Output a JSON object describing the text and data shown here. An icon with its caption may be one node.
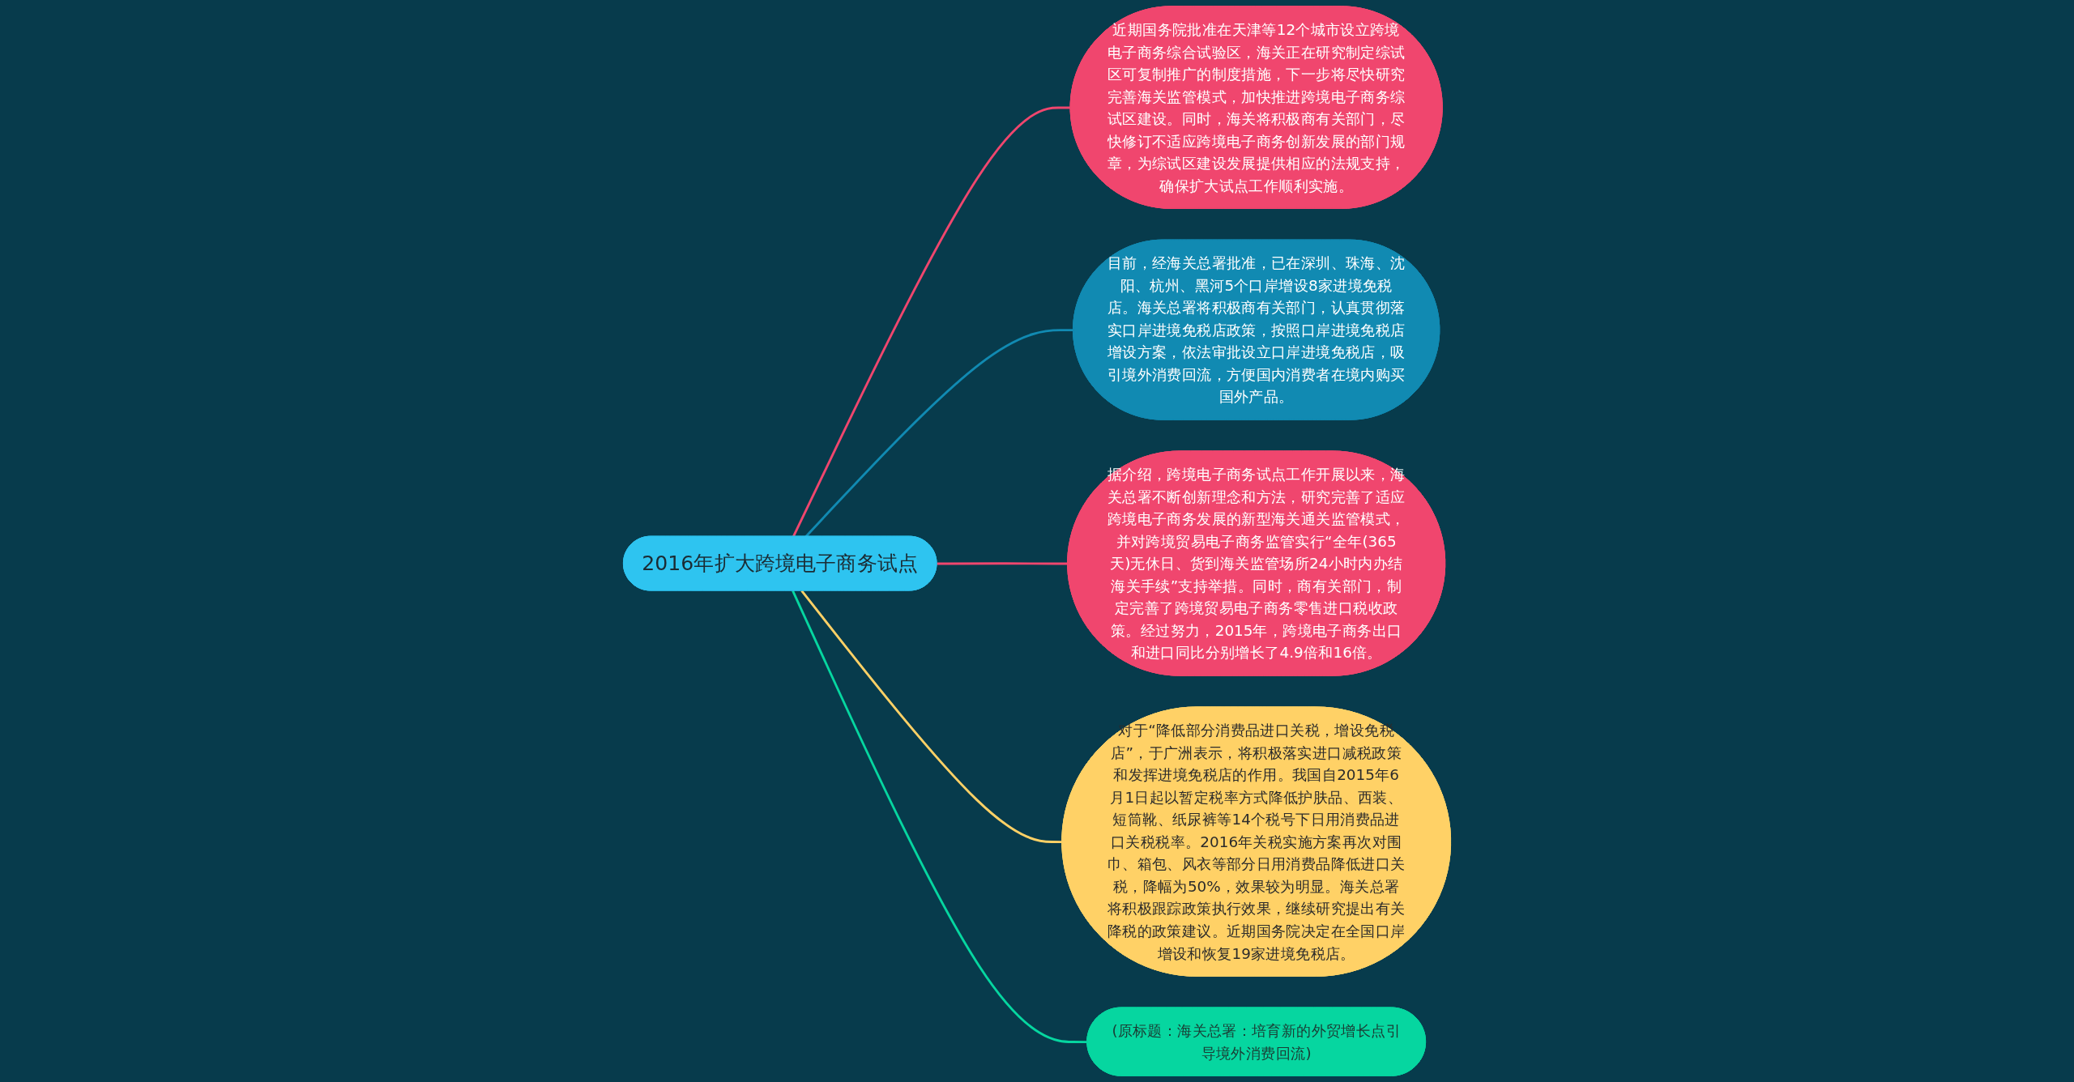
{
  "diagram": {
    "nodes": [
      {
        "text": [
          "2016年扩大跨境电子商务试点"
        ]
      },
      {
        "text": [
          "近期国务院批准在天津等12个城市设立跨境电子商务综合试验区，海关正在研究制定综试区可复制推广的制度措施，下一步将尽快研究完善海关监管模式，加快推进跨境电子商务综试区建设。同时，海关将积极商有关部门，尽快修订不适应跨境电子商务创新发展的部门规章，为综试区建设发展提供相应的法规支持，确保扩大试点工作顺利实施。"
        ]
      },
      {
        "text": [
          "目前，经海关总署批准，已在深圳、珠海、沈阳、杭州、黑河5个口岸增设8家进境免税店。海关总署将积极商有关部门，认真贯彻落实口岸进境免税店政策，按照口岸进境免税店增设方案，依法审批设立口岸进境免税店，吸引境外消费回流，方便国内消费者在境内购买国外产品。"
        ]
      },
      {
        "text": [
          "据介绍，跨境电子商务试点工作开展以来，海关总署不断创新理念和方法，研究完善了适应跨境电子商务发展的新型海关通关监管模式，并对跨境贸易电子商务监管实行“全年(365天)无休日、货到海关监管场所24小时内办结海关手续”支持举措。同时，商有关部门，制定完善了跨境贸易电子商务零售进口税收政策。经过努力，2015年，跨境电子商务出口和进口同比分别增长了4.9倍和16倍。"
        ]
      },
      {
        "text": [
          "对于“降低部分消费品进口关税，增设免税店”，于广洲表示，将积极落实进口减税政策和发挥进境免税店的作用。我国自2015年6月1日起以暂定税率方式降低护肤品、西装、短筒靴、纸尿裤等14个税号下日用消费品进口关税税率。2016年关税实施方案再次对围巾、箱包、风衣等部分日用消费品降低进口关税，降幅为50%，效果较为明显。海关总署将积极跟踪政策执行效果，继续研究提出有关降税的政策建议。近期国务院决定在全国口岸增设和恢复19家进境免税店。"
        ]
      },
      {
        "text": [
          "(原标题：海关总署：培育新的外贸增长点引导境外消费回流)"
        ]
      }
    ],
    "edges": [
      {
        "from": 0,
        "to": 1,
        "arrow": "none",
        "color": "#f0466e"
      },
      {
        "from": 0,
        "to": 2,
        "arrow": "none",
        "color": "#118ab2"
      },
      {
        "from": 0,
        "to": 3,
        "arrow": "none",
        "color": "#f0466e"
      },
      {
        "from": 0,
        "to": 4,
        "arrow": "none",
        "color": "#ffd166"
      },
      {
        "from": 0,
        "to": 5,
        "arrow": "none",
        "color": "#06d6a0"
      }
    ]
  }
}
